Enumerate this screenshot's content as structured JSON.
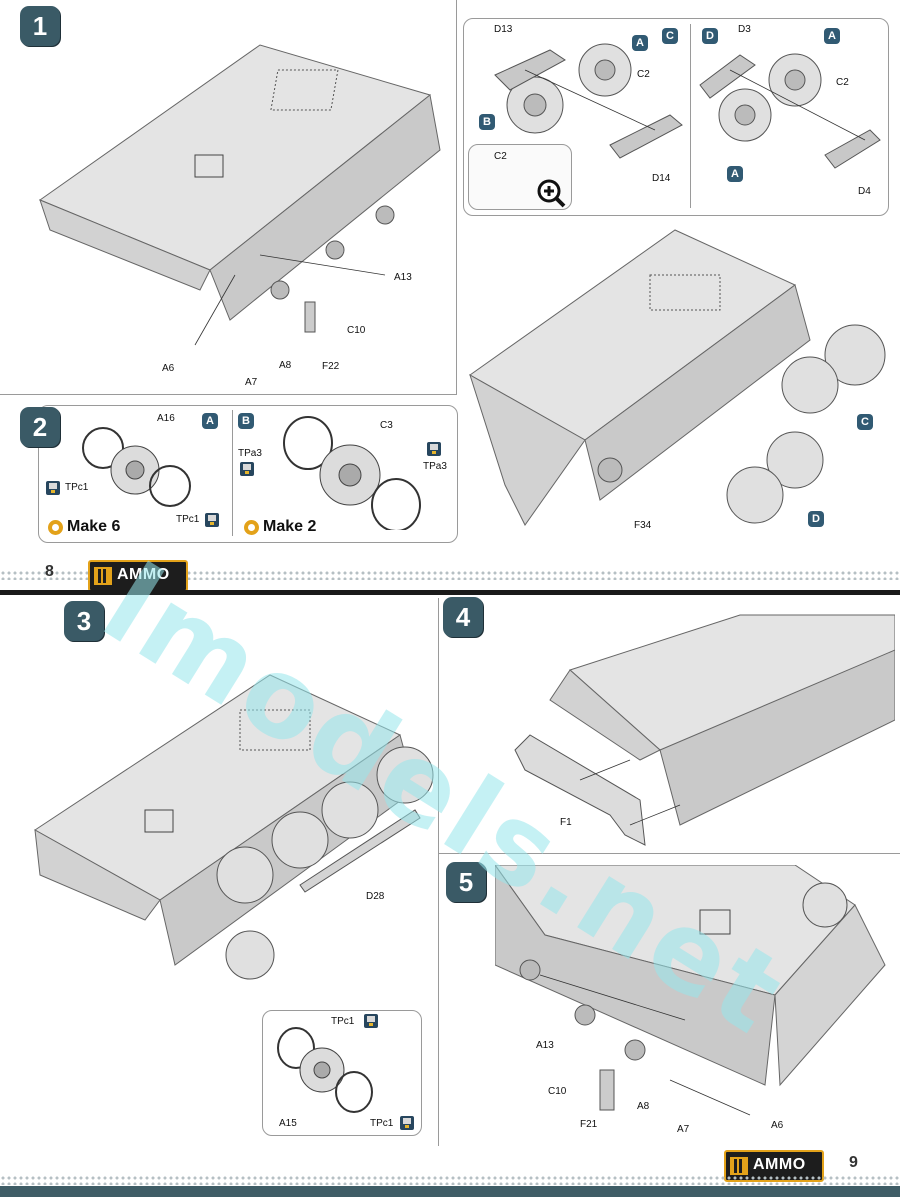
{
  "watermark": "lmodels.net",
  "brand": "AMMO",
  "pages": {
    "left_number": "8",
    "right_number": "9"
  },
  "steps": {
    "s1": "1",
    "s2": "2",
    "s3": "3",
    "s4": "4",
    "s5": "5"
  },
  "step1": {
    "labels": {
      "a13": "A13",
      "c10": "C10",
      "f22": "F22",
      "a8": "A8",
      "a7": "A7",
      "a6": "A6"
    }
  },
  "sub_c": {
    "tag_a": "A",
    "tag_c": "C",
    "tag_b": "B",
    "d13": "D13",
    "c2": "C2",
    "d14": "D14",
    "zoom_label": "C2"
  },
  "sub_d": {
    "tag_d": "D",
    "tag_a_top": "A",
    "tag_a_bottom": "A",
    "d3": "D3",
    "c2": "C2",
    "d4": "D4"
  },
  "assembly": {
    "tag_c": "C",
    "tag_d": "D",
    "f34": "F34"
  },
  "step2": {
    "left": {
      "tag": "A",
      "part": "A16",
      "paint1": "TPc1",
      "paint2": "TPc1",
      "make": "Make 6"
    },
    "right": {
      "tag": "B",
      "part": "C3",
      "paint1": "TPa3",
      "paint2": "TPa3",
      "make": "Make 2"
    }
  },
  "step3": {
    "d28": "D28",
    "a15": "A15",
    "tpc1_top": "TPc1",
    "tpc1_bottom": "TPc1"
  },
  "step4": {
    "f1": "F1"
  },
  "step5": {
    "a13": "A13",
    "c10": "C10",
    "f21": "F21",
    "a8": "A8",
    "a7": "A7",
    "a6": "A6"
  },
  "colors": {
    "step_badge": "#3a5a66",
    "sub_tag": "#315a73",
    "brand_accent": "#e3a21a",
    "hull": "#d8d8d8"
  }
}
